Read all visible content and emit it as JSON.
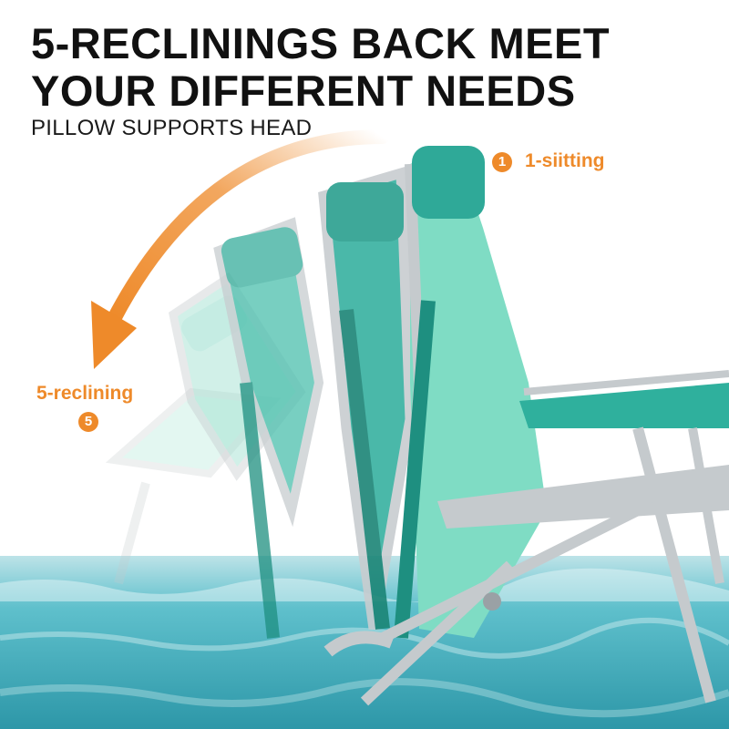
{
  "headline": {
    "line1": "5-RECLININGS BACK MEET",
    "line2": "YOUR DIFFERENT NEEDS"
  },
  "subtitle": "PILLOW SUPPORTS HEAD",
  "positions": {
    "upright": {
      "number": "1",
      "label": "1-siitting"
    },
    "reclined": {
      "number": "5",
      "label": "5-reclining"
    }
  },
  "colors": {
    "accent": "#ee8a2a",
    "chair_teal": "#33b3a2",
    "chair_teal_dark": "#1e8f80",
    "chair_mint": "#7fdcc4",
    "frame_silver": "#c5cacd",
    "sea": "#46b4c4"
  },
  "icons": {
    "direction": "curved-arrow-icon"
  }
}
